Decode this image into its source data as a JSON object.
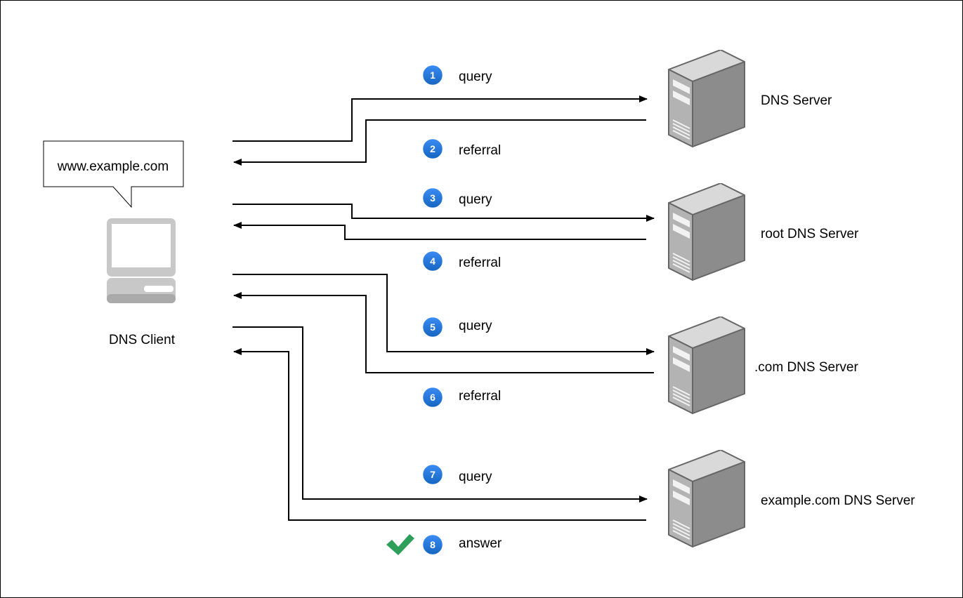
{
  "client": {
    "label": "DNS Client",
    "callout": "www.example.com"
  },
  "servers": [
    {
      "label": "DNS Server"
    },
    {
      "label": "root DNS Server"
    },
    {
      "label": ".com DNS Server"
    },
    {
      "label": "example.com DNS Server"
    }
  ],
  "steps": [
    {
      "number": "1",
      "label": "query"
    },
    {
      "number": "2",
      "label": "referral"
    },
    {
      "number": "3",
      "label": "query"
    },
    {
      "number": "4",
      "label": "referral"
    },
    {
      "number": "5",
      "label": "query"
    },
    {
      "number": "6",
      "label": "referral"
    },
    {
      "number": "7",
      "label": "query"
    },
    {
      "number": "8",
      "label": "answer"
    }
  ],
  "colors": {
    "step_badge": "#1a73e8",
    "check": "#2e9e5b",
    "server_gray": "#9e9e9e",
    "client_gray": "#cccccc"
  },
  "icons": {
    "server": "server-tower-icon",
    "client": "desktop-computer-icon",
    "success": "checkmark-icon"
  }
}
